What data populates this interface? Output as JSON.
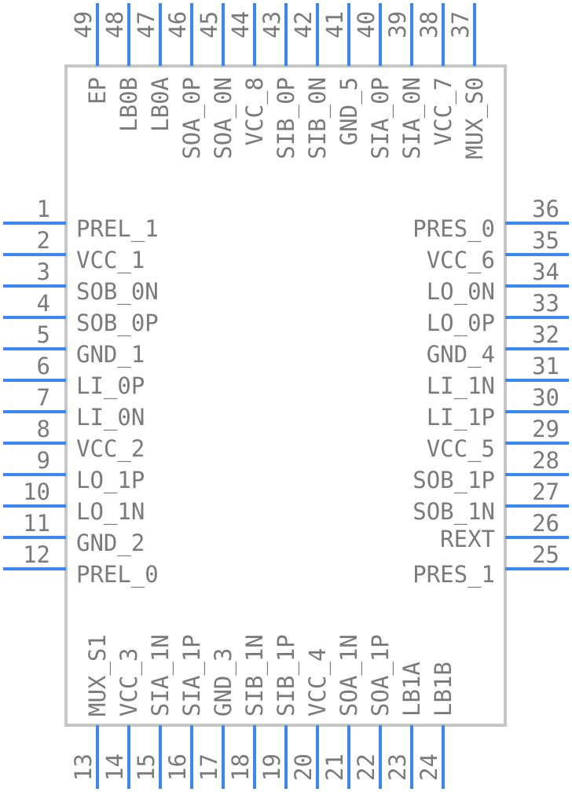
{
  "pins": {
    "left": [
      {
        "num": "1",
        "name": "PREL_1"
      },
      {
        "num": "2",
        "name": "VCC_1"
      },
      {
        "num": "3",
        "name": "SOB_0N"
      },
      {
        "num": "4",
        "name": "SOB_0P"
      },
      {
        "num": "5",
        "name": "GND_1"
      },
      {
        "num": "6",
        "name": "LI_0P"
      },
      {
        "num": "7",
        "name": "LI_0N"
      },
      {
        "num": "8",
        "name": "VCC_2"
      },
      {
        "num": "9",
        "name": "LO_1P"
      },
      {
        "num": "10",
        "name": "LO_1N"
      },
      {
        "num": "11",
        "name": "GND_2"
      },
      {
        "num": "12",
        "name": "PREL_0"
      }
    ],
    "bottom": [
      {
        "num": "13",
        "name": "MUX_S1"
      },
      {
        "num": "14",
        "name": "VCC_3"
      },
      {
        "num": "15",
        "name": "SIA_1N"
      },
      {
        "num": "16",
        "name": "SIA_1P"
      },
      {
        "num": "17",
        "name": "GND_3"
      },
      {
        "num": "18",
        "name": "SIB_1N"
      },
      {
        "num": "19",
        "name": "SIB_1P"
      },
      {
        "num": "20",
        "name": "VCC_4"
      },
      {
        "num": "21",
        "name": "SOA_1N"
      },
      {
        "num": "22",
        "name": "SOA_1P"
      },
      {
        "num": "23",
        "name": "LB1A"
      },
      {
        "num": "24",
        "name": "LB1B"
      }
    ],
    "right": [
      {
        "num": "25",
        "name": "PRES_1"
      },
      {
        "num": "26",
        "name": "REXT"
      },
      {
        "num": "27",
        "name": "SOB_1N"
      },
      {
        "num": "28",
        "name": "SOB_1P"
      },
      {
        "num": "29",
        "name": "VCC_5"
      },
      {
        "num": "30",
        "name": "LI_1P"
      },
      {
        "num": "31",
        "name": "LI_1N"
      },
      {
        "num": "32",
        "name": "GND_4"
      },
      {
        "num": "33",
        "name": "LO_0P"
      },
      {
        "num": "34",
        "name": "LO_0N"
      },
      {
        "num": "35",
        "name": "VCC_6"
      },
      {
        "num": "36",
        "name": "PRES_0"
      }
    ],
    "top": [
      {
        "num": "37",
        "name": "MUX_S0"
      },
      {
        "num": "38",
        "name": "VCC_7"
      },
      {
        "num": "39",
        "name": "SIA_0N"
      },
      {
        "num": "40",
        "name": "SIA_0P"
      },
      {
        "num": "41",
        "name": "GND_5"
      },
      {
        "num": "42",
        "name": "SIB_0N"
      },
      {
        "num": "43",
        "name": "SIB_0P"
      },
      {
        "num": "44",
        "name": "VCC_8"
      },
      {
        "num": "45",
        "name": "SOA_0N"
      },
      {
        "num": "46",
        "name": "SOA_0P"
      },
      {
        "num": "47",
        "name": "LB0A"
      },
      {
        "num": "48",
        "name": "LB0B"
      },
      {
        "num": "49",
        "name": "EP"
      }
    ]
  },
  "colors": {
    "pin": "#3b86ef",
    "body_outline": "#c6c6c6",
    "text": "#7a7a7a"
  }
}
